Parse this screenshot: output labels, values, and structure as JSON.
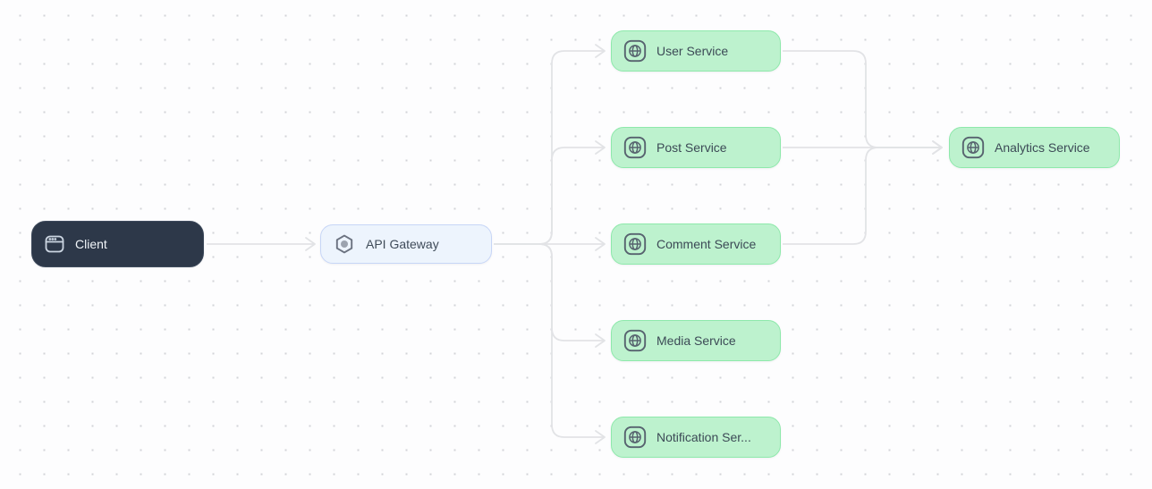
{
  "canvas": {
    "background_color": "#fdfdfe",
    "dot_grid_color": "#d2d4d8",
    "edge_color": "#e2e3e6"
  },
  "nodes": [
    {
      "id": "client",
      "label": "Client",
      "icon": "browser-window-icon",
      "fill": "#2d3849",
      "border": "#3e4a5c",
      "text_color": "#f1f5f9"
    },
    {
      "id": "api-gateway",
      "label": "API Gateway",
      "icon": "hexagon-node-icon",
      "fill": "#edf4fd",
      "border": "#c7d6f7",
      "text_color": "#3f4b58"
    },
    {
      "id": "user-service",
      "label": "User Service",
      "icon": "globe-app-icon",
      "fill": "#bdf2ce",
      "border": "#8ee9ab",
      "text_color": "#3c4a56"
    },
    {
      "id": "post-service",
      "label": "Post Service",
      "icon": "globe-app-icon",
      "fill": "#bdf2ce",
      "border": "#8ee9ab",
      "text_color": "#3c4a56"
    },
    {
      "id": "comment-service",
      "label": "Comment Service",
      "icon": "globe-app-icon",
      "fill": "#bdf2ce",
      "border": "#8ee9ab",
      "text_color": "#3c4a56"
    },
    {
      "id": "media-service",
      "label": "Media Service",
      "icon": "globe-app-icon",
      "fill": "#bdf2ce",
      "border": "#8ee9ab",
      "text_color": "#3c4a56"
    },
    {
      "id": "notification-service",
      "label": "Notification Ser...",
      "icon": "globe-app-icon",
      "fill": "#bdf2ce",
      "border": "#8ee9ab",
      "text_color": "#3c4a56"
    },
    {
      "id": "analytics-service",
      "label": "Analytics Service",
      "icon": "globe-app-icon",
      "fill": "#bdf2ce",
      "border": "#8ee9ab",
      "text_color": "#3c4a56"
    }
  ],
  "edges": [
    {
      "from": "Client",
      "to": "API Gateway"
    },
    {
      "from": "API Gateway",
      "to": "User Service"
    },
    {
      "from": "API Gateway",
      "to": "Post Service"
    },
    {
      "from": "API Gateway",
      "to": "Comment Service"
    },
    {
      "from": "API Gateway",
      "to": "Media Service"
    },
    {
      "from": "API Gateway",
      "to": "Notification Ser..."
    },
    {
      "from": "User Service",
      "to": "Analytics Service"
    },
    {
      "from": "Post Service",
      "to": "Analytics Service"
    },
    {
      "from": "Comment Service",
      "to": "Analytics Service"
    }
  ]
}
